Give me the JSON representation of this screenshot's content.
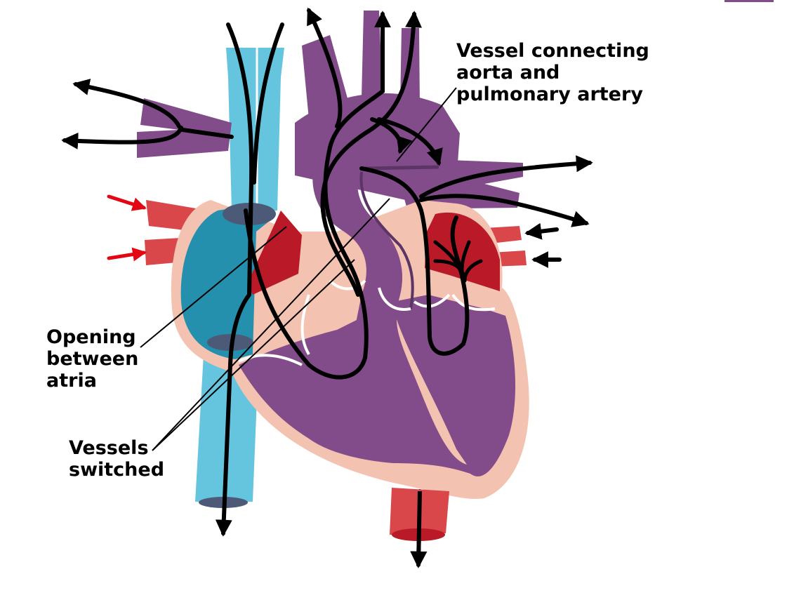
{
  "labels": {
    "vessel_connecting": [
      "Vessel connecting",
      "aorta and",
      "pulmonary artery"
    ],
    "opening_between_atria": [
      "Opening",
      "between",
      "atria"
    ],
    "vessels_switched": [
      "Vessels",
      "switched"
    ]
  },
  "colors": {
    "purple": "#824C8A",
    "purple_dark": "#5B3566",
    "light_blue": "#66C5DE",
    "dark_teal": "#2490AD",
    "pink_wall": "#F4C2B0",
    "red_vessel": "#D9474B",
    "dark_red": "#BA1A27",
    "arrow_black": "#000000",
    "arrow_red": "#E30613",
    "valve_white": "#FFFFFF",
    "vein_opening": "#4C5A78"
  }
}
